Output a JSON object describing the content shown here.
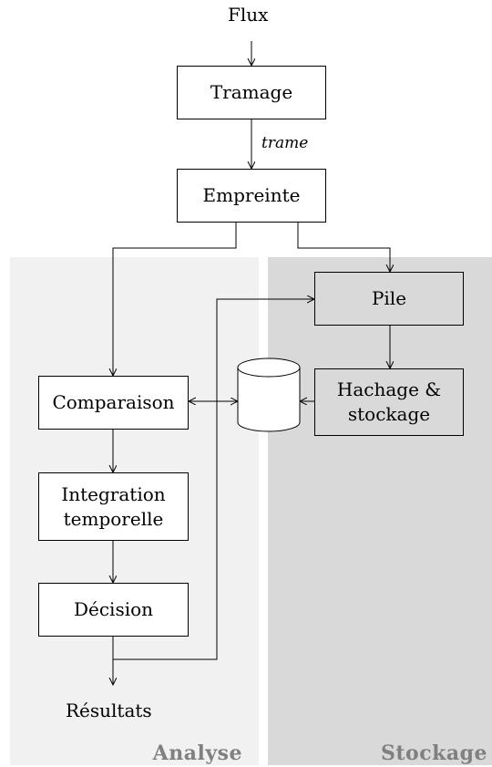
{
  "input": "Flux",
  "output": "Résultats",
  "panels": {
    "analyse": "Analyse",
    "stockage": "Stockage"
  },
  "nodes": {
    "tramage": "Tramage",
    "empreinte": "Empreinte",
    "pile": "Pile",
    "hachage": "Hachage &\nstockage",
    "comparaison": "Comparaison",
    "integration": "Integration\ntemporelle",
    "decision": "Décision"
  },
  "edge_labels": {
    "trame": "trame"
  },
  "colors": {
    "analyse_panel": "#f1f1f1",
    "stockage_panel": "#d9d9d9",
    "panel_label": "#808080",
    "line": "#000000"
  }
}
